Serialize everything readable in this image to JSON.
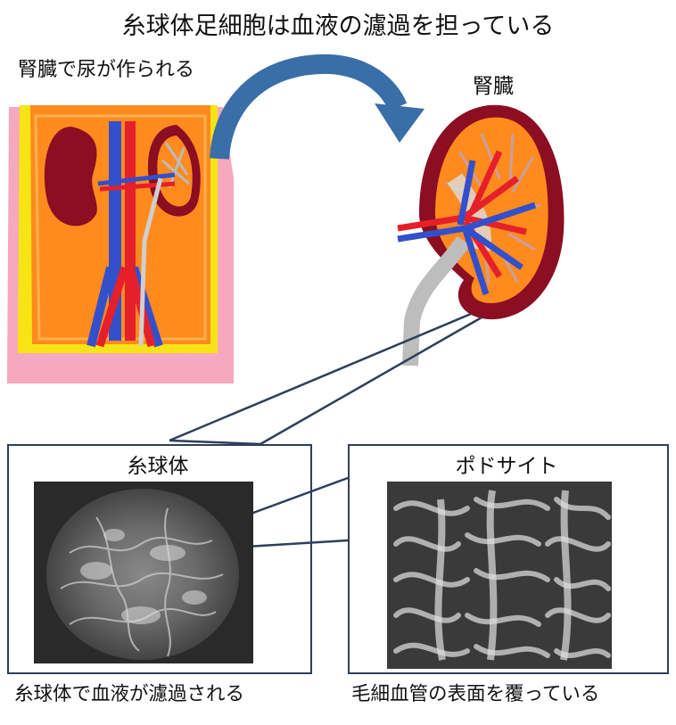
{
  "title": "糸球体足細胞は血液の濾過を担っている",
  "body_illustration": {
    "label": "腎臓で尿が作られる"
  },
  "kidney_illustration": {
    "label": "腎臓"
  },
  "glomerulus_panel": {
    "title": "糸球体",
    "caption": "糸球体で血液が濾過される"
  },
  "podocyte_panel": {
    "title": "ポドサイト",
    "caption": "毛細血管の表面を覆っている"
  },
  "colors": {
    "skin": "#f6a8c0",
    "fat": "#f7e414",
    "tissue": "#ff8a1e",
    "kidney_dark": "#8b0e22",
    "artery": "#e6202a",
    "vein": "#3350cc",
    "ureter": "#cfcfcf",
    "arrow": "#3a6ea8",
    "frame": "#2f3f5a"
  }
}
